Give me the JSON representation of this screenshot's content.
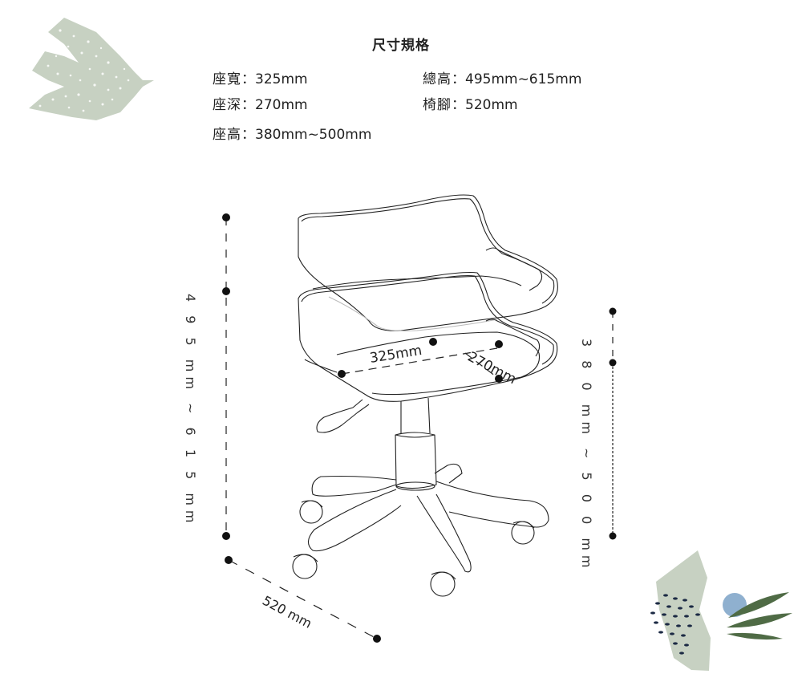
{
  "title": "尺寸規格",
  "specs": {
    "seat_width": {
      "label": "座寬",
      "sep": "：",
      "value": "325mm"
    },
    "seat_depth": {
      "label": "座深",
      "sep": "：",
      "value": "270mm"
    },
    "seat_height": {
      "label": "座高",
      "sep": "：",
      "value": "380mm~500mm"
    },
    "total_height": {
      "label": "總高",
      "sep": "：",
      "value": "495mm~615mm"
    },
    "base": {
      "label": "椅腳",
      "sep": "：",
      "value": "520mm"
    }
  },
  "diagram": {
    "total_height_label": "4 9 5 mm ~ 6 1 5 mm",
    "seat_height_label": "3 8 0 mm ~ 5 0 0 mm",
    "base_label": "520 mm",
    "seat_width_label": "325mm",
    "seat_depth_label": "270mm"
  },
  "colors": {
    "line": "#222222",
    "sage": "#c7d1c2",
    "navy": "#1c2a44",
    "blue": "#8fb0cf",
    "leaf": "#4f6b45"
  }
}
